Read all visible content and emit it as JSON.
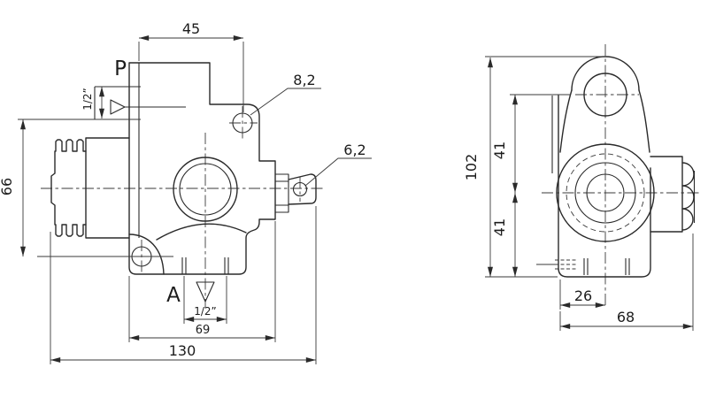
{
  "front_view": {
    "ports": {
      "top": "P",
      "bottom": "A"
    },
    "dims": {
      "top_width": "45",
      "top_hole": "8,2",
      "lever_hole": "6,2",
      "height": "66",
      "port_top_size": "1/2”",
      "port_bottom_size": "1/2”",
      "inner_width": "69",
      "overall_length": "130"
    }
  },
  "side_view": {
    "dims": {
      "overall_height": "102",
      "upper": "41",
      "lower": "41",
      "center_offset": "26",
      "overall_width": "68"
    }
  },
  "colors": {
    "line": "#2a2a2a",
    "text": "#1c1c1c",
    "background": "#ffffff"
  }
}
